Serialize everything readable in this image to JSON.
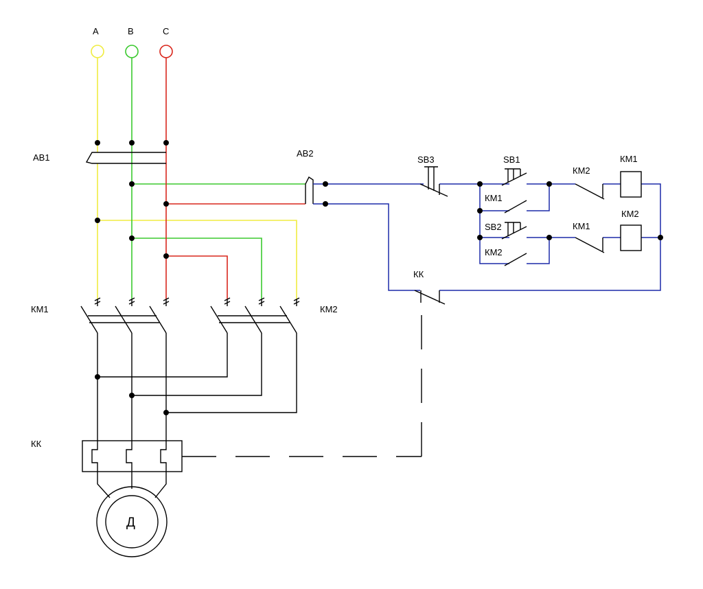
{
  "phases": [
    {
      "label": "A",
      "color": "#f0ec40"
    },
    {
      "label": "B",
      "color": "#3ac92e"
    },
    {
      "label": "C",
      "color": "#d9261c"
    }
  ],
  "control_color": "#1c2aa8",
  "labels": {
    "ab1": "АВ1",
    "ab2": "АВ2",
    "km1_power": "КМ1",
    "km2_power": "КМ2",
    "kk_power": "КК",
    "sb3": "SB3",
    "sb1": "SB1",
    "sb2": "SB2",
    "km1_hold": "КМ1",
    "km2_hold": "КМ2",
    "km2_interlock": "КМ2",
    "km1_interlock": "КМ1",
    "km1_coil": "КМ1",
    "km2_coil": "КМ2",
    "kk_contact": "КК",
    "motor": "Д"
  }
}
